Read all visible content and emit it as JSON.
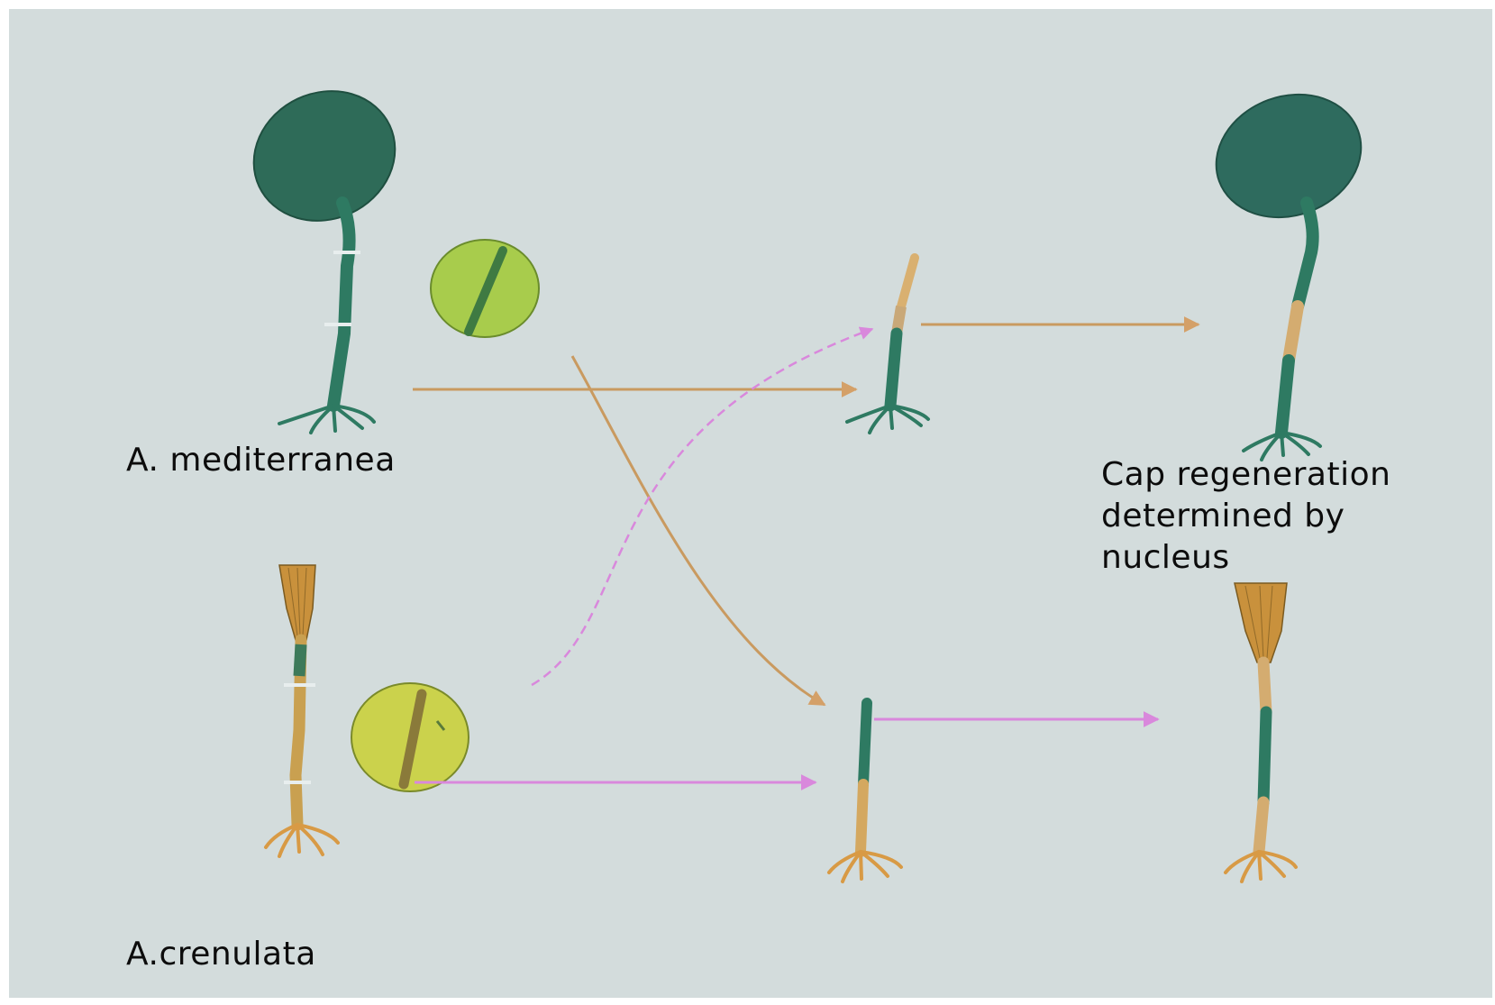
{
  "labels": {
    "mediterranea": "A. mediterranea",
    "crenulata": "A.crenulata",
    "result": [
      "Cap regeneration",
      "determined by",
      "nucleus"
    ]
  },
  "colors": {
    "background": "#d3dcdc",
    "mediterranea_green": "#2f7a5c",
    "crenulata_orange": "#d89a45",
    "yellow_disc": "#c9d24a",
    "green_disc": "#a6cb4a",
    "arrow_orange": "#c99a60",
    "arrow_pink": "#d28ad8",
    "text": "#0c0c0c"
  }
}
